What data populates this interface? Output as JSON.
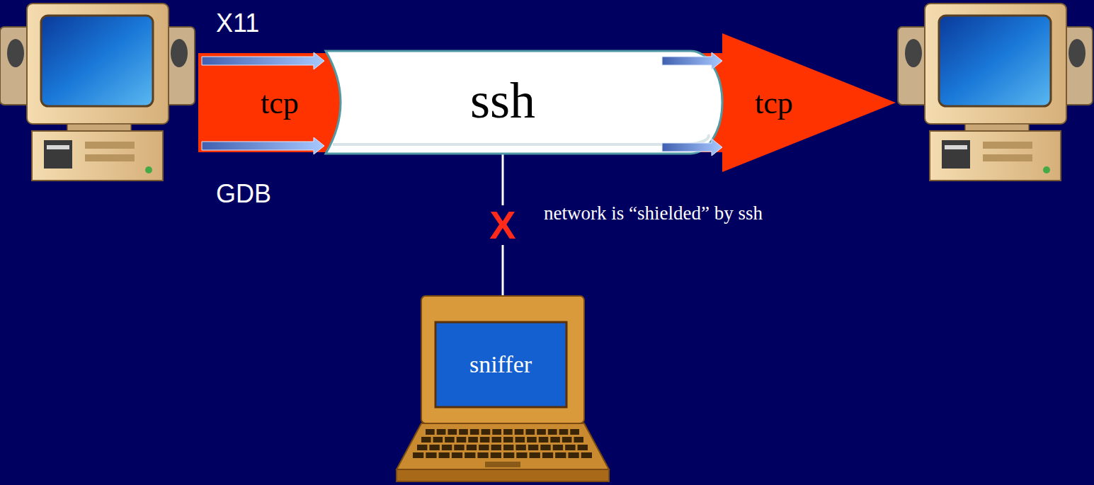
{
  "diagram": {
    "nodes": [
      {
        "text": [
          "tcp"
        ]
      },
      {
        "text": [
          "ssh"
        ]
      },
      {
        "text": [
          "tcp"
        ]
      },
      {
        "text": [
          "sniffer"
        ]
      }
    ],
    "edges": [
      {
        "from": 1,
        "to": 3,
        "arrow": "none",
        "label": "X"
      }
    ],
    "labels": [
      "X11",
      "GDB",
      "network is “shielded” by ssh"
    ]
  }
}
